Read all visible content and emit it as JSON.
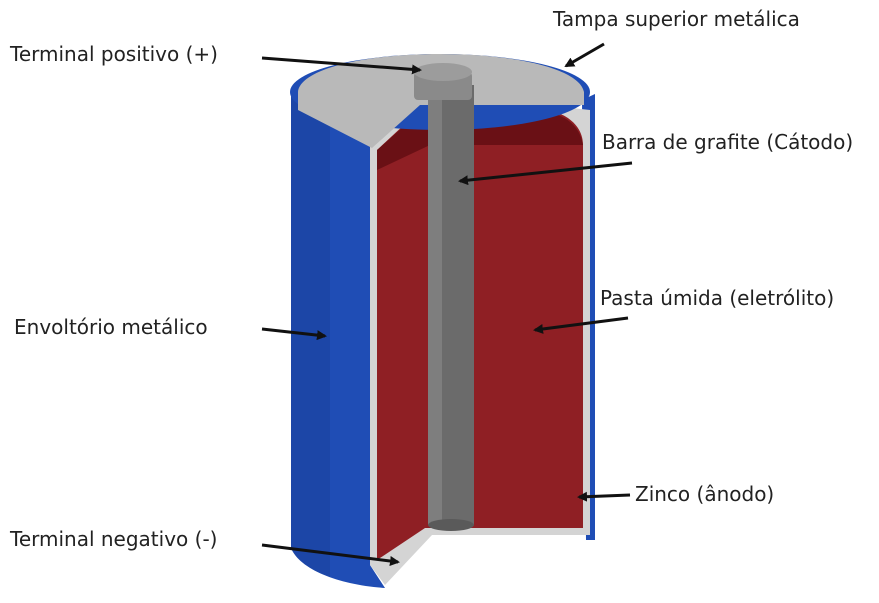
{
  "colors": {
    "outer_casing": "#1f4db5",
    "outer_casing_dark": "#163a8c",
    "zinc_layer": "#d4d4d4",
    "paste": "#8f1f24",
    "paste_dark": "#6a1015",
    "graphite_rod": "#6b6b6b",
    "top_cap": "#b9b9b9",
    "arrow": "#111111"
  },
  "labels": {
    "top_cap": "Tampa superior metálica",
    "positive_terminal": "Terminal positivo (+)",
    "graphite_rod": "Barra de grafite (Cátodo)",
    "paste": "Pasta úmida (eletrólito)",
    "casing": "Envoltório metálico",
    "zinc": "Zinco (ânodo)",
    "negative_terminal": "Terminal negativo (-)"
  }
}
